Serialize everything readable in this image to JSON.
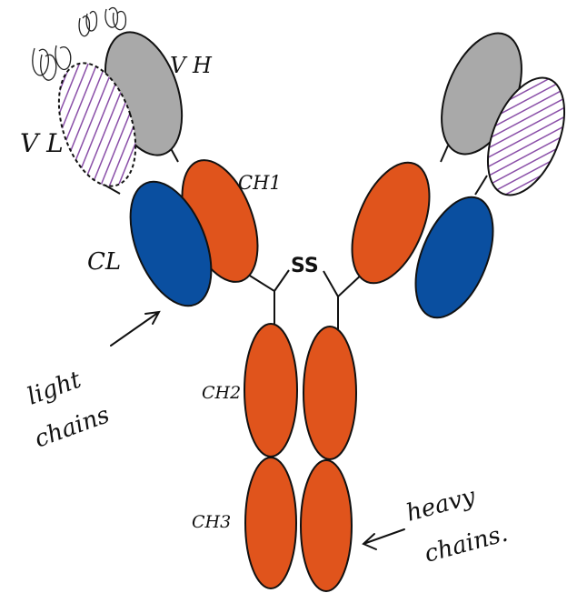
{
  "labels": {
    "vh": "V H",
    "vl": "V L",
    "ch1": "CH1",
    "cl": "CL",
    "ss": "SS",
    "ch2": "CH2",
    "ch3": "CH3",
    "light_1": "light",
    "light_2": "chains",
    "heavy_1": "heavy",
    "heavy_2": "chains."
  },
  "colors": {
    "heavy_constant": "#e0541c",
    "light_constant": "#0a4fa0",
    "heavy_variable": "#a9a9a9",
    "light_variable_hatch": "#8a4fa8",
    "outline": "#111111"
  }
}
